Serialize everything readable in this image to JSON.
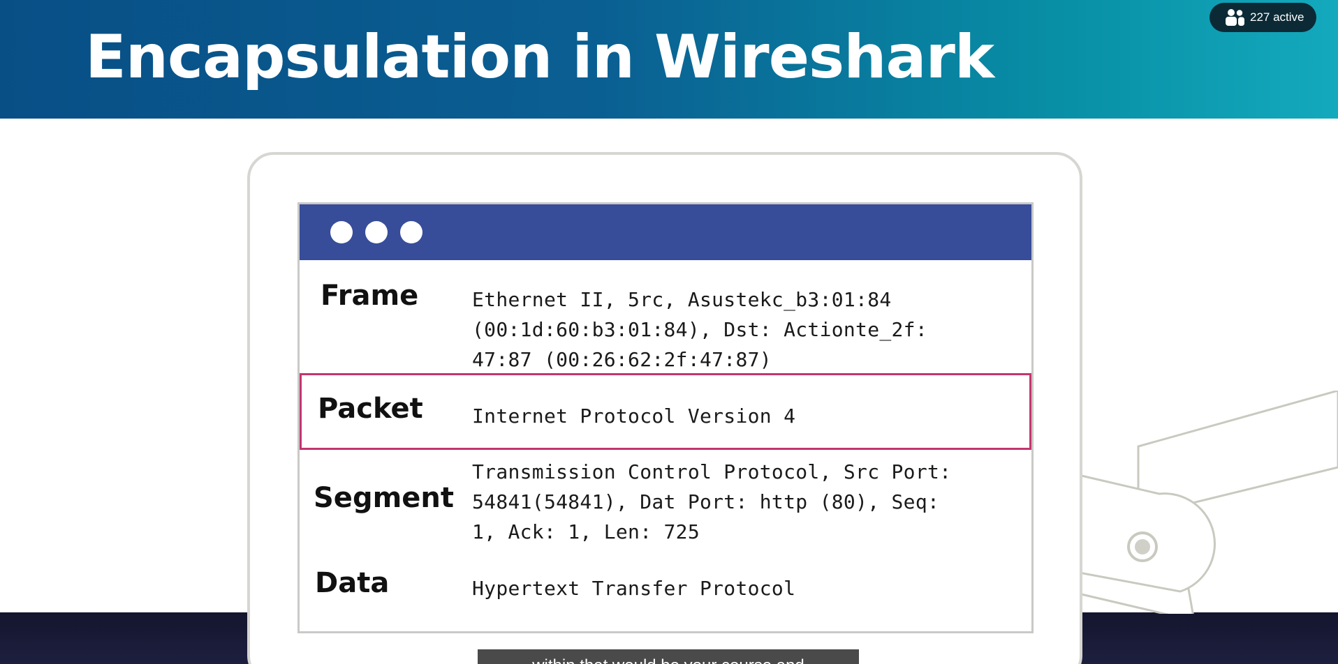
{
  "slide": {
    "title": "Encapsulation in Wireshark"
  },
  "participants": {
    "active_label": "227 active",
    "icon": "people-icon"
  },
  "window": {
    "rows": [
      {
        "label": "Frame",
        "value_lines": [
          "Ethernet II, 5rc, Asustekc_b3:01:84",
          "(00:1d:60:b3:01:84), Dst: Actionte_2f:",
          "47:87 (00:26:62:2f:47:87)"
        ]
      },
      {
        "label": "Packet",
        "value_lines": [
          "Internet Protocol Version 4"
        ],
        "highlighted": true
      },
      {
        "label": "Segment",
        "value_lines": [
          "Transmission Control Protocol, Src Port:",
          "54841(54841), Dat Port: http (80), Seq:",
          "1, Ack: 1, Len: 725"
        ]
      },
      {
        "label": "Data",
        "value_lines": [
          "Hypertext Transfer Protocol"
        ]
      }
    ]
  },
  "caption": {
    "text": "within that would be your course and"
  },
  "colors": {
    "window_bar": "#374d9a",
    "highlight_border": "#c2366f",
    "banner_start": "#084f86",
    "banner_end": "#14a9bd"
  }
}
